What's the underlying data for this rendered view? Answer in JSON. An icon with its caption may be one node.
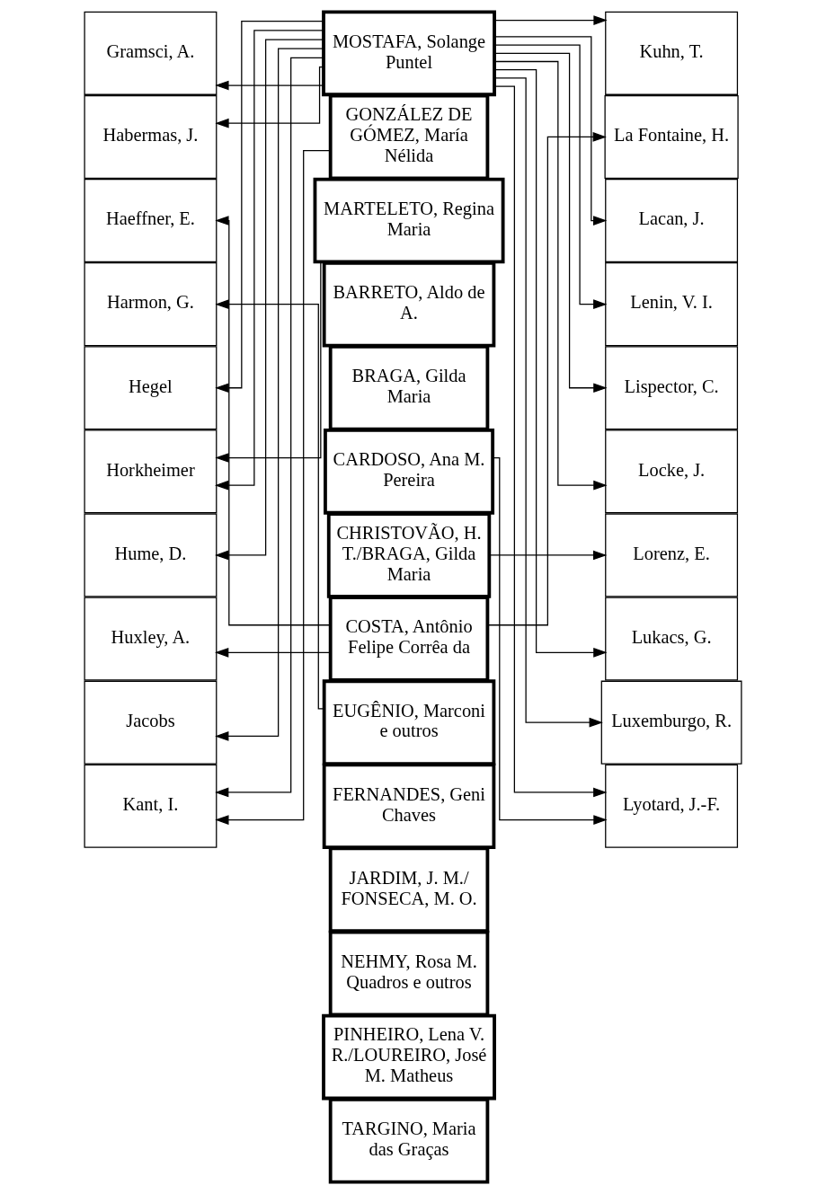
{
  "diagram": {
    "nodes": [
      {
        "text": [
          "MOSTAFA, Solange Puntel"
        ]
      },
      {
        "text": [
          "GONZÁLEZ DE GÓMEZ, María Nélida"
        ]
      },
      {
        "text": [
          "MARTELETO, Regina Maria"
        ]
      },
      {
        "text": [
          "BARRETO, Aldo de A."
        ]
      },
      {
        "text": [
          "BRAGA, Gilda Maria"
        ]
      },
      {
        "text": [
          "CARDOSO, Ana M. Pereira"
        ]
      },
      {
        "text": [
          "CHRISTOVÃO, H. T./BRAGA, Gilda Maria"
        ]
      },
      {
        "text": [
          "COSTA, Antônio Felipe Corrêa da"
        ]
      },
      {
        "text": [
          "EUGÊNIO, Marconi e outros"
        ]
      },
      {
        "text": [
          "FERNANDES, Geni Chaves"
        ]
      },
      {
        "text": [
          "JARDIM, J. M./ FONSECA, M. O."
        ]
      },
      {
        "text": [
          "NEHMY, Rosa M. Quadros e outros"
        ]
      },
      {
        "text": [
          "PINHEIRO, Lena V. R./LOUREIRO, José M. Matheus"
        ]
      },
      {
        "text": [
          "TARGINO, Maria das Graças"
        ]
      },
      {
        "text": [
          "Gramsci, A."
        ]
      },
      {
        "text": [
          "Habermas, J."
        ]
      },
      {
        "text": [
          "Haeffner, E."
        ]
      },
      {
        "text": [
          "Harmon, G."
        ]
      },
      {
        "text": [
          "Hegel"
        ]
      },
      {
        "text": [
          "Horkheimer"
        ]
      },
      {
        "text": [
          "Hume, D."
        ]
      },
      {
        "text": [
          "Huxley, A."
        ]
      },
      {
        "text": [
          "Jacobs"
        ]
      },
      {
        "text": [
          "Kant, I."
        ]
      },
      {
        "text": [
          "Kuhn, T."
        ]
      },
      {
        "text": [
          "La Fontaine, H."
        ]
      },
      {
        "text": [
          "Lacan, J."
        ]
      },
      {
        "text": [
          "Lenin, V. I."
        ]
      },
      {
        "text": [
          "Lispector, C."
        ]
      },
      {
        "text": [
          "Locke, J."
        ]
      },
      {
        "text": [
          "Lorenz, E."
        ]
      },
      {
        "text": [
          "Lukacs, G."
        ]
      },
      {
        "text": [
          "Luxemburgo, R."
        ]
      },
      {
        "text": [
          "Lyotard, J.-F."
        ]
      }
    ],
    "edges": [
      {
        "from": 0,
        "to": 14,
        "arrow": "to"
      },
      {
        "from": 0,
        "to": 15,
        "arrow": "to"
      },
      {
        "from": 0,
        "to": 18,
        "arrow": "to"
      },
      {
        "from": 0,
        "to": 19,
        "arrow": "to"
      },
      {
        "from": 0,
        "to": 20,
        "arrow": "to"
      },
      {
        "from": 0,
        "to": 22,
        "arrow": "to"
      },
      {
        "from": 0,
        "to": 23,
        "arrow": "to"
      },
      {
        "from": 1,
        "to": 23,
        "arrow": "to"
      },
      {
        "from": 2,
        "to": 19,
        "arrow": "to"
      },
      {
        "from": 7,
        "to": 16,
        "arrow": "to"
      },
      {
        "from": 7,
        "to": 21,
        "arrow": "to"
      },
      {
        "from": 8,
        "to": 17,
        "arrow": "to"
      },
      {
        "from": 0,
        "to": 24,
        "arrow": "to"
      },
      {
        "from": 0,
        "to": 26,
        "arrow": "to"
      },
      {
        "from": 0,
        "to": 27,
        "arrow": "to"
      },
      {
        "from": 0,
        "to": 28,
        "arrow": "to"
      },
      {
        "from": 0,
        "to": 29,
        "arrow": "to"
      },
      {
        "from": 0,
        "to": 31,
        "arrow": "to"
      },
      {
        "from": 0,
        "to": 32,
        "arrow": "to"
      },
      {
        "from": 0,
        "to": 33,
        "arrow": "to"
      },
      {
        "from": 7,
        "to": 25,
        "arrow": "to"
      },
      {
        "from": 5,
        "to": 33,
        "arrow": "to"
      },
      {
        "from": 6,
        "to": 30,
        "arrow": "to"
      }
    ]
  }
}
